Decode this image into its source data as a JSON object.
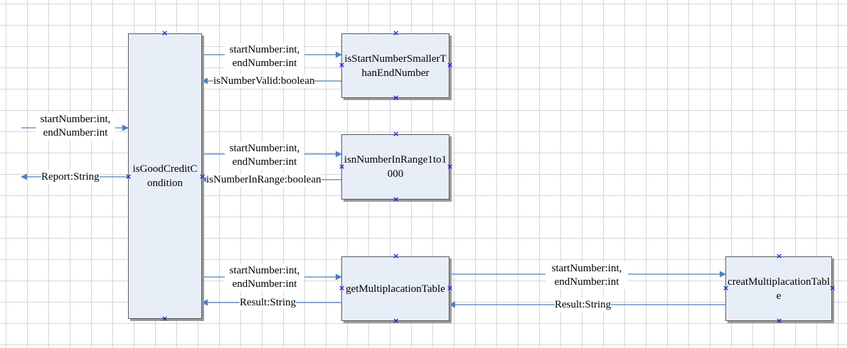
{
  "nodes": {
    "main": {
      "label": "isGoodCreditCondition"
    },
    "validator": {
      "label": "isStartNumberSmallerThanEndNumber"
    },
    "range": {
      "label": "isnNumberInRange1to1000"
    },
    "getter": {
      "label": "getMultiplacationTable"
    },
    "creator": {
      "label": "creatMultiplacationTable"
    }
  },
  "edges": {
    "input_in": {
      "line1": "startNumber:int,",
      "line2": "endNumber:int"
    },
    "report_out": {
      "label": "Report:String"
    },
    "to_validator": {
      "line1": "startNumber:int,",
      "line2": "endNumber:int"
    },
    "from_validator": {
      "label": "isNumberValid:boolean"
    },
    "to_range": {
      "line1": "startNumber:int,",
      "line2": "endNumber:int"
    },
    "from_range": {
      "label": "isNumberInRange:boolean"
    },
    "to_getter": {
      "line1": "startNumber:int,",
      "line2": "endNumber:int"
    },
    "from_getter": {
      "label": "Result:String"
    },
    "to_creator": {
      "line1": "startNumber:int,",
      "line2": "endNumber:int"
    },
    "from_creator": {
      "label": "Result:String"
    }
  },
  "style": {
    "edge_color": "#4f81bd",
    "node_fill": "#e8eef8",
    "marker_color": "#1a1ad8"
  },
  "connection_marker": {
    "symbol": "x-cross-icon",
    "glyph": "×"
  }
}
